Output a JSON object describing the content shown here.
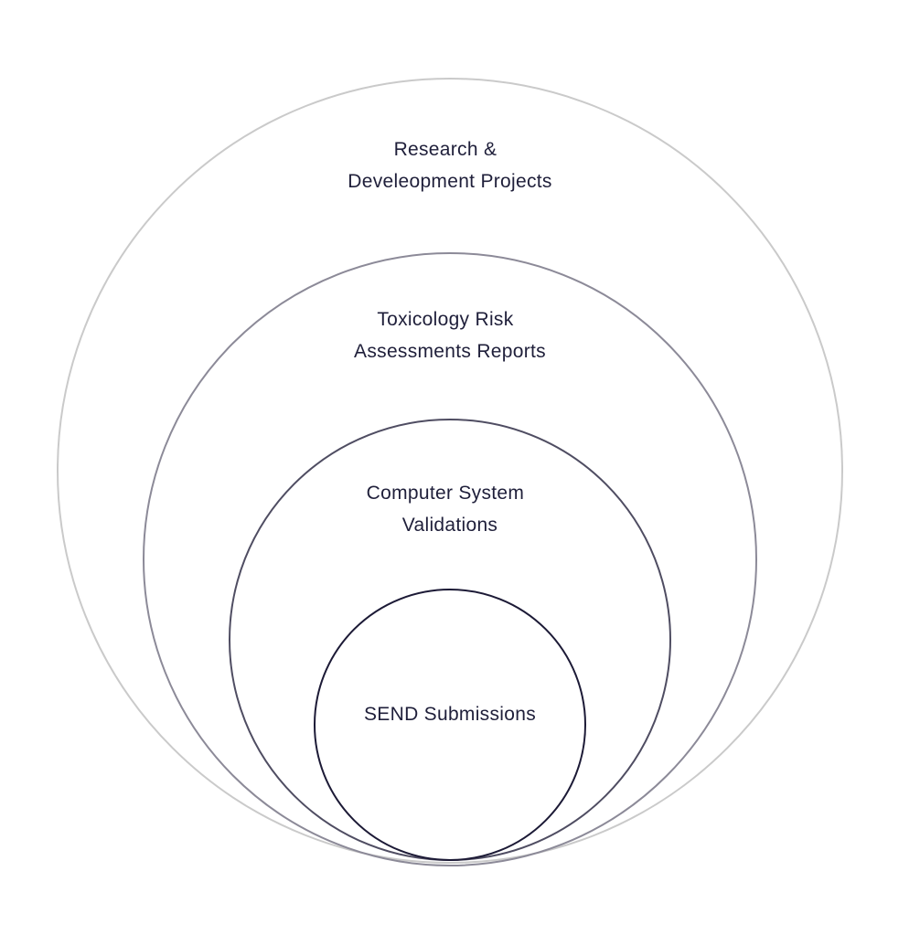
{
  "diagram": {
    "rings": [
      {
        "lines": [
          "Research &",
          "Develeopment Projects"
        ],
        "stroke": "#cacaca"
      },
      {
        "lines": [
          "Toxicology Risk",
          "Assessments Reports"
        ],
        "stroke": "#8c8a98"
      },
      {
        "lines": [
          "Computer System",
          "Validations"
        ],
        "stroke": "#4f4d62"
      },
      {
        "lines": [
          "SEND Submissions"
        ],
        "stroke": "#1c1a36"
      }
    ]
  }
}
